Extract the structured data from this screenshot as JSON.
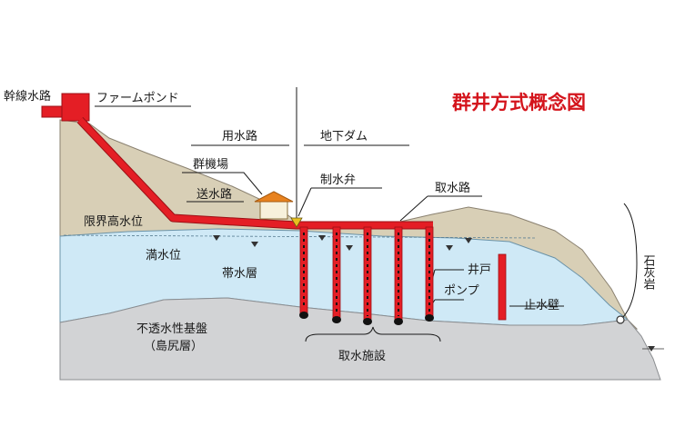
{
  "title": "群井方式概念図",
  "labels": {
    "main_canal": "幹線水路",
    "farm_pond": "ファームポンド",
    "irrigation_canal": "用水路",
    "underground_dam": "地下ダム",
    "well_group_station": "群機場",
    "water_control_valve": "制水弁",
    "intake_canal": "取水路",
    "conveyance_canal": "送水路",
    "limit_high_water_level": "限界高水位",
    "full_water_level": "満水位",
    "aquifer": "帯水層",
    "well": "井戸",
    "pump": "ポンプ",
    "cutoff_wall": "止水壁",
    "impermeable_base": "不透水性基盤",
    "shimajiri_layer": "（島尻層）",
    "intake_facility": "取水施設",
    "limestone": "石灰岩"
  },
  "colors": {
    "pipe": "#e41e25",
    "water": "#cfe9f6",
    "limestone": "#d8cfb6",
    "bedrock": "#d2d3d5",
    "title": "#d4141c"
  }
}
